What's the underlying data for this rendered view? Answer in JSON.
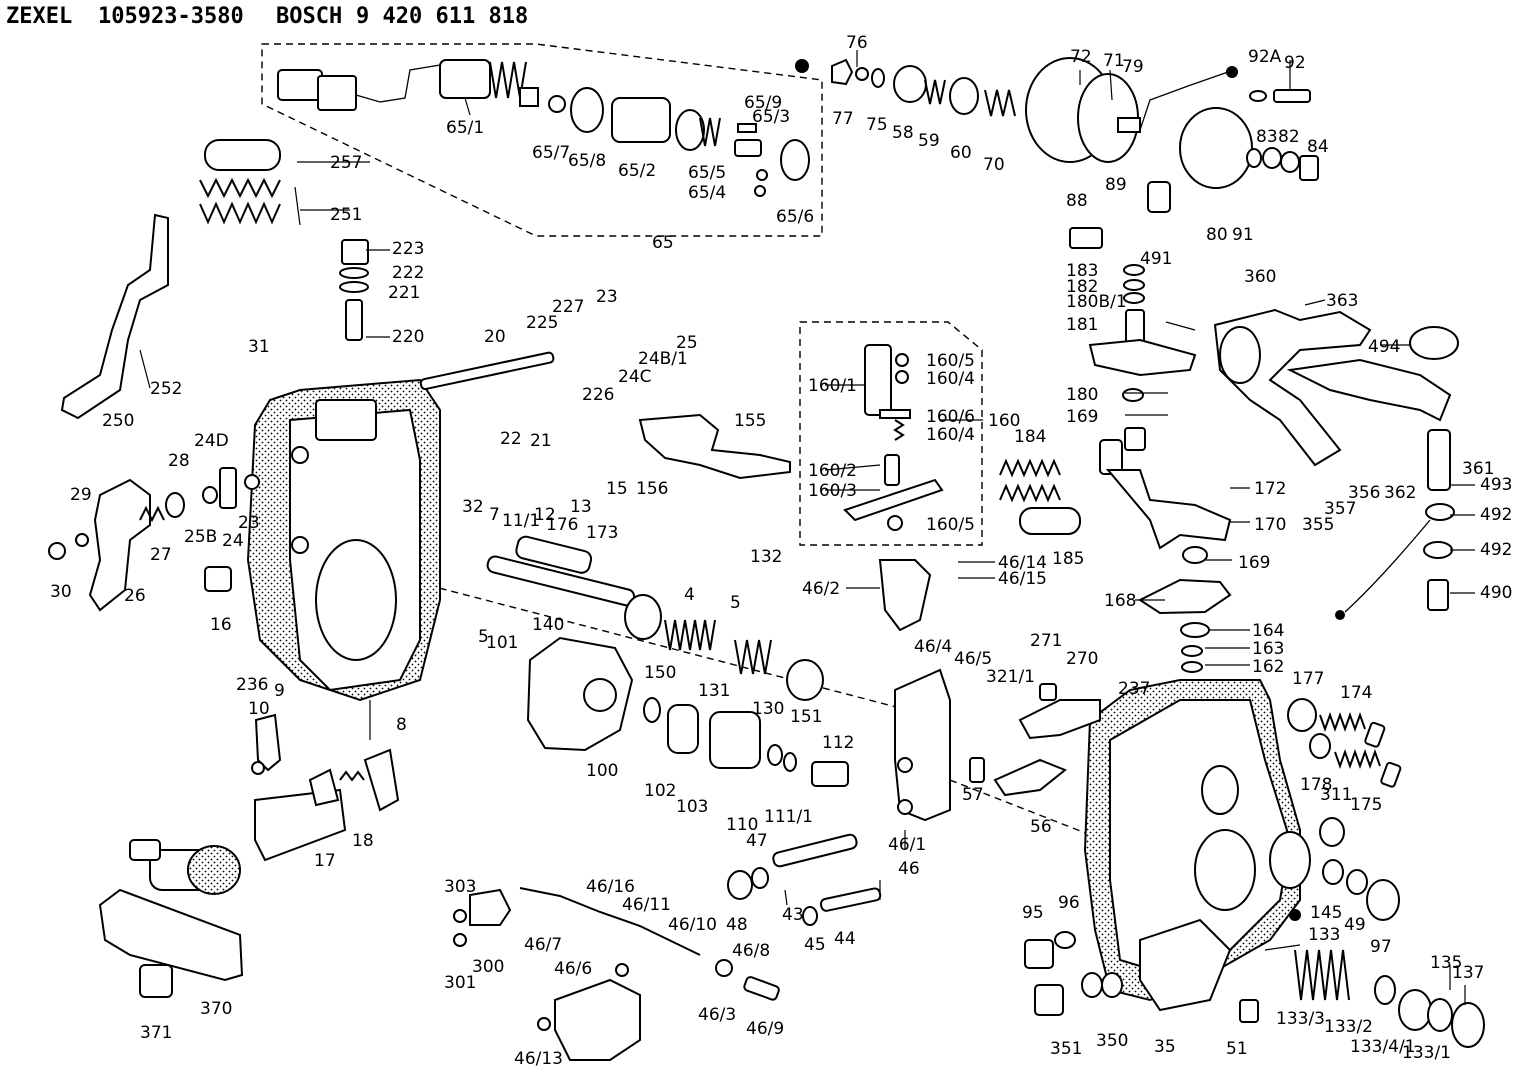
{
  "header": {
    "maker1": "ZEXEL",
    "part1": "105923-3580",
    "maker2": "BOSCH",
    "part2": "9 420 611 818"
  },
  "callouts": [
    {
      "id": "c-76",
      "text": "76"
    },
    {
      "id": "c-72",
      "text": "72"
    },
    {
      "id": "c-71",
      "text": "71"
    },
    {
      "id": "c-79",
      "text": "79"
    },
    {
      "id": "c-92A",
      "text": "92A"
    },
    {
      "id": "c-92",
      "text": "92"
    },
    {
      "id": "c-77",
      "text": "77"
    },
    {
      "id": "c-75",
      "text": "75"
    },
    {
      "id": "c-58",
      "text": "58"
    },
    {
      "id": "c-59",
      "text": "59"
    },
    {
      "id": "c-60",
      "text": "60"
    },
    {
      "id": "c-70",
      "text": "70"
    },
    {
      "id": "c-83",
      "text": "83"
    },
    {
      "id": "c-82",
      "text": "82"
    },
    {
      "id": "c-84",
      "text": "84"
    },
    {
      "id": "c-89",
      "text": "89"
    },
    {
      "id": "c-88",
      "text": "88"
    },
    {
      "id": "c-491",
      "text": "491"
    },
    {
      "id": "c-80",
      "text": "80"
    },
    {
      "id": "c-91",
      "text": "91"
    },
    {
      "id": "c-65-1",
      "text": "65/1"
    },
    {
      "id": "c-65-7",
      "text": "65/7"
    },
    {
      "id": "c-65-8",
      "text": "65/8"
    },
    {
      "id": "c-65-2",
      "text": "65/2"
    },
    {
      "id": "c-65-9",
      "text": "65/9"
    },
    {
      "id": "c-65-3",
      "text": "65/3"
    },
    {
      "id": "c-65-5",
      "text": "65/5"
    },
    {
      "id": "c-65-4",
      "text": "65/4"
    },
    {
      "id": "c-65-6",
      "text": "65/6"
    },
    {
      "id": "c-65",
      "text": "65"
    },
    {
      "id": "c-257",
      "text": "257"
    },
    {
      "id": "c-251",
      "text": "251"
    },
    {
      "id": "c-223",
      "text": "223"
    },
    {
      "id": "c-222",
      "text": "222"
    },
    {
      "id": "c-221",
      "text": "221"
    },
    {
      "id": "c-220",
      "text": "220"
    },
    {
      "id": "c-252",
      "text": "252"
    },
    {
      "id": "c-250",
      "text": "250"
    },
    {
      "id": "c-31",
      "text": "31"
    },
    {
      "id": "c-20",
      "text": "20"
    },
    {
      "id": "c-227",
      "text": "227"
    },
    {
      "id": "c-23a",
      "text": "23"
    },
    {
      "id": "c-225",
      "text": "225"
    },
    {
      "id": "c-226",
      "text": "226"
    },
    {
      "id": "c-248-1",
      "text": "24B/1"
    },
    {
      "id": "c-24c",
      "text": "24C"
    },
    {
      "id": "c-25",
      "text": "25"
    },
    {
      "id": "c-22",
      "text": "22"
    },
    {
      "id": "c-21",
      "text": "21"
    },
    {
      "id": "c-183",
      "text": "183"
    },
    {
      "id": "c-182",
      "text": "182"
    },
    {
      "id": "c-180b-1",
      "text": "180B/1"
    },
    {
      "id": "c-181",
      "text": "181"
    },
    {
      "id": "c-180",
      "text": "180"
    },
    {
      "id": "c-169a",
      "text": "169"
    },
    {
      "id": "c-360",
      "text": "360"
    },
    {
      "id": "c-363",
      "text": "363"
    },
    {
      "id": "c-494",
      "text": "494"
    },
    {
      "id": "c-160-5a",
      "text": "160/5"
    },
    {
      "id": "c-160-1",
      "text": "160/1"
    },
    {
      "id": "c-160-4a",
      "text": "160/4"
    },
    {
      "id": "c-160-6",
      "text": "160/6"
    },
    {
      "id": "c-160-4b",
      "text": "160/4"
    },
    {
      "id": "c-160",
      "text": "160"
    },
    {
      "id": "c-160-2",
      "text": "160/2"
    },
    {
      "id": "c-160-3",
      "text": "160/3"
    },
    {
      "id": "c-160-5b",
      "text": "160/5"
    },
    {
      "id": "c-155",
      "text": "155"
    },
    {
      "id": "c-156",
      "text": "156"
    },
    {
      "id": "c-184",
      "text": "184"
    },
    {
      "id": "c-185",
      "text": "185"
    },
    {
      "id": "c-172",
      "text": "172"
    },
    {
      "id": "c-170",
      "text": "170"
    },
    {
      "id": "c-169b",
      "text": "169"
    },
    {
      "id": "c-168",
      "text": "168"
    },
    {
      "id": "c-361",
      "text": "361"
    },
    {
      "id": "c-362",
      "text": "362"
    },
    {
      "id": "c-356",
      "text": "356"
    },
    {
      "id": "c-357",
      "text": "357"
    },
    {
      "id": "c-355",
      "text": "355"
    },
    {
      "id": "c-493",
      "text": "493"
    },
    {
      "id": "c-492a",
      "text": "492"
    },
    {
      "id": "c-492b",
      "text": "492"
    },
    {
      "id": "c-490",
      "text": "490"
    },
    {
      "id": "c-24d",
      "text": "24D"
    },
    {
      "id": "c-28",
      "text": "28"
    },
    {
      "id": "c-29",
      "text": "29"
    },
    {
      "id": "c-23b",
      "text": "23"
    },
    {
      "id": "c-24",
      "text": "24"
    },
    {
      "id": "c-258",
      "text": "25B"
    },
    {
      "id": "c-27",
      "text": "27"
    },
    {
      "id": "c-26",
      "text": "26"
    },
    {
      "id": "c-30",
      "text": "30"
    },
    {
      "id": "c-16",
      "text": "16"
    },
    {
      "id": "c-32",
      "text": "32"
    },
    {
      "id": "c-7",
      "text": "7"
    },
    {
      "id": "c-11-1a",
      "text": "11/1"
    },
    {
      "id": "c-12",
      "text": "12"
    },
    {
      "id": "c-13",
      "text": "13"
    },
    {
      "id": "c-15",
      "text": "15"
    },
    {
      "id": "c-176",
      "text": "176"
    },
    {
      "id": "c-173",
      "text": "173"
    },
    {
      "id": "c-132",
      "text": "132"
    },
    {
      "id": "c-4",
      "text": "4"
    },
    {
      "id": "c-5a",
      "text": "5"
    },
    {
      "id": "c-46-14",
      "text": "46/14"
    },
    {
      "id": "c-46-15",
      "text": "46/15"
    },
    {
      "id": "c-46-2",
      "text": "46/2"
    },
    {
      "id": "c-140",
      "text": "140"
    },
    {
      "id": "c-5b",
      "text": "5"
    },
    {
      "id": "c-101",
      "text": "101"
    },
    {
      "id": "c-236",
      "text": "236"
    },
    {
      "id": "c-150",
      "text": "150"
    },
    {
      "id": "c-131",
      "text": "131"
    },
    {
      "id": "c-130",
      "text": "130"
    },
    {
      "id": "c-151",
      "text": "151"
    },
    {
      "id": "c-46-4",
      "text": "46/4"
    },
    {
      "id": "c-46-5",
      "text": "46/5"
    },
    {
      "id": "c-271",
      "text": "271"
    },
    {
      "id": "c-270",
      "text": "270"
    },
    {
      "id": "c-321-1",
      "text": "321/1"
    },
    {
      "id": "c-237",
      "text": "237"
    },
    {
      "id": "c-164",
      "text": "164"
    },
    {
      "id": "c-163",
      "text": "163"
    },
    {
      "id": "c-162",
      "text": "162"
    },
    {
      "id": "c-177",
      "text": "177"
    },
    {
      "id": "c-174",
      "text": "174"
    },
    {
      "id": "c-9",
      "text": "9"
    },
    {
      "id": "c-10",
      "text": "10"
    },
    {
      "id": "c-8",
      "text": "8"
    },
    {
      "id": "c-18",
      "text": "18"
    },
    {
      "id": "c-17",
      "text": "17"
    },
    {
      "id": "c-100",
      "text": "100"
    },
    {
      "id": "c-102",
      "text": "102"
    },
    {
      "id": "c-103",
      "text": "103"
    },
    {
      "id": "c-110",
      "text": "110"
    },
    {
      "id": "c-111-1",
      "text": "111/1"
    },
    {
      "id": "c-112",
      "text": "112"
    },
    {
      "id": "c-57",
      "text": "57"
    },
    {
      "id": "c-56",
      "text": "56"
    },
    {
      "id": "c-178",
      "text": "178"
    },
    {
      "id": "c-175",
      "text": "175"
    },
    {
      "id": "c-311",
      "text": "311"
    },
    {
      "id": "c-47",
      "text": "47"
    },
    {
      "id": "c-48",
      "text": "48"
    },
    {
      "id": "c-43",
      "text": "43"
    },
    {
      "id": "c-46-1",
      "text": "46/1"
    },
    {
      "id": "c-46",
      "text": "46"
    },
    {
      "id": "c-45",
      "text": "45"
    },
    {
      "id": "c-44",
      "text": "44"
    },
    {
      "id": "c-303",
      "text": "303"
    },
    {
      "id": "c-46-7",
      "text": "46/7"
    },
    {
      "id": "c-46-16",
      "text": "46/16"
    },
    {
      "id": "c-46-11",
      "text": "46/11"
    },
    {
      "id": "c-46-10",
      "text": "46/10"
    },
    {
      "id": "c-300",
      "text": "300"
    },
    {
      "id": "c-301",
      "text": "301"
    },
    {
      "id": "c-46-6",
      "text": "46/6"
    },
    {
      "id": "c-46-8",
      "text": "46/8"
    },
    {
      "id": "c-46-3",
      "text": "46/3"
    },
    {
      "id": "c-46-9",
      "text": "46/9"
    },
    {
      "id": "c-46-13",
      "text": "46/13"
    },
    {
      "id": "c-370",
      "text": "370"
    },
    {
      "id": "c-371",
      "text": "371"
    },
    {
      "id": "c-95",
      "text": "95"
    },
    {
      "id": "c-96",
      "text": "96"
    },
    {
      "id": "c-145",
      "text": "145"
    },
    {
      "id": "c-49",
      "text": "49"
    },
    {
      "id": "c-97",
      "text": "97"
    },
    {
      "id": "c-133",
      "text": "133"
    },
    {
      "id": "c-135",
      "text": "135"
    },
    {
      "id": "c-137",
      "text": "137"
    },
    {
      "id": "c-351",
      "text": "351"
    },
    {
      "id": "c-350",
      "text": "350"
    },
    {
      "id": "c-35",
      "text": "35"
    },
    {
      "id": "c-51",
      "text": "51"
    },
    {
      "id": "c-133-3",
      "text": "133/3"
    },
    {
      "id": "c-133-2",
      "text": "133/2"
    },
    {
      "id": "c-133-4-1",
      "text": "133/4/1"
    },
    {
      "id": "c-133-1",
      "text": "133/1"
    }
  ]
}
